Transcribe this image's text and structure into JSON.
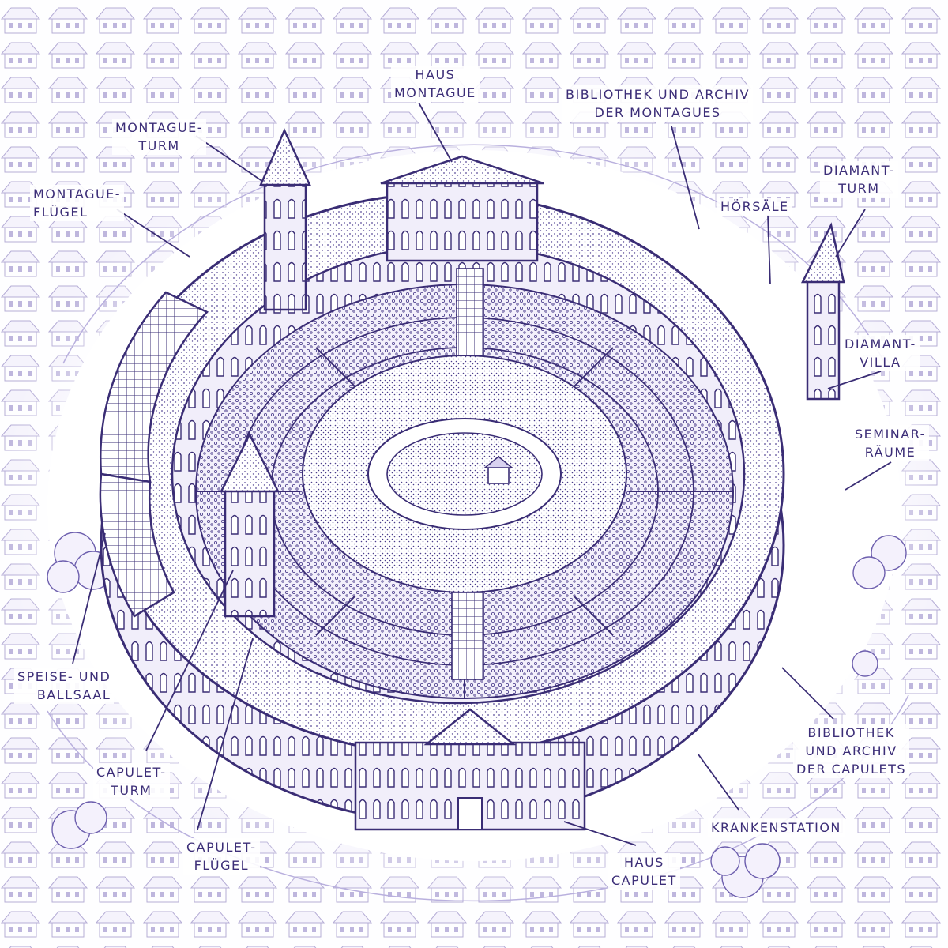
{
  "colors": {
    "ink": "#3c2e78",
    "line": "#3a2d75",
    "wash": "#d9d2f0",
    "paper": "#ffffff"
  },
  "labels": {
    "haus_montague": [
      "HAUS",
      "MONTAGUE"
    ],
    "bibliothek_montagues": [
      "BIBLIOTHEK UND ARCHIV",
      "DER MONTAGUES"
    ],
    "montague_turm": [
      "MONTAGUE-",
      "TURM"
    ],
    "montague_fluegel": [
      "MONTAGUE-",
      "FLÜGEL"
    ],
    "diamant_turm": [
      "DIAMANT-",
      "TURM"
    ],
    "hoersaele": [
      "HÖRSÄLE"
    ],
    "diamant_villa": [
      "DIAMANT-",
      "VILLA"
    ],
    "seminar_raeume": [
      "SEMINAR-",
      "RÄUME"
    ],
    "speise_ballsaal": [
      "SPEISE- UND",
      "BALLSAAL"
    ],
    "capulet_turm": [
      "CAPULET-",
      "TURM"
    ],
    "capulet_fluegel": [
      "CAPULET-",
      "FLÜGEL"
    ],
    "bibliothek_capulets": [
      "BIBLIOTHEK",
      "UND ARCHIV",
      "DER CAPULETS"
    ],
    "krankenstation": [
      "KRANKENSTATION"
    ],
    "haus_capulet": [
      "HAUS",
      "CAPULET"
    ]
  }
}
